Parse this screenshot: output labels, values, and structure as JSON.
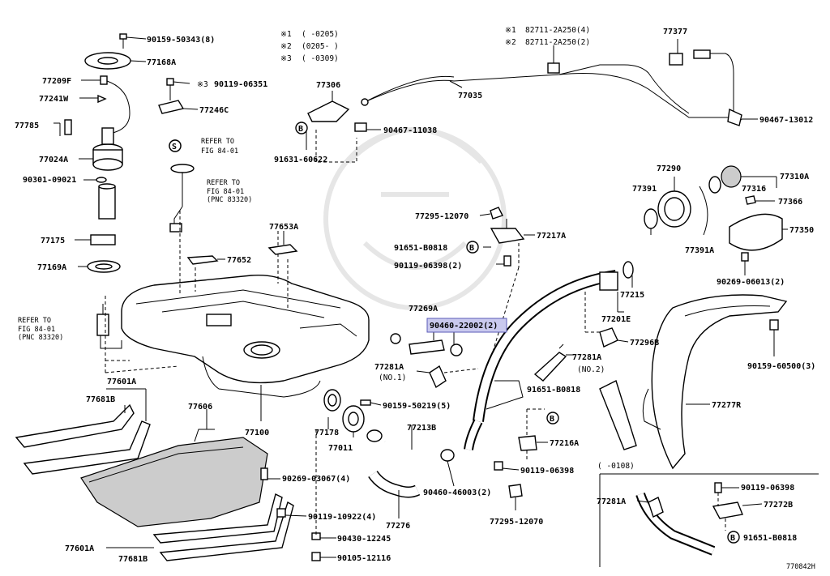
{
  "drawing_code": "770842H",
  "notes": [
    {
      "mark": "※1",
      "range": "(      -0205)"
    },
    {
      "mark": "※2",
      "range": "(0205-      )"
    },
    {
      "mark": "※3",
      "range": "(      -0309)"
    }
  ],
  "notes2": [
    {
      "mark": "※1",
      "text": "82711-2A250(4)"
    },
    {
      "mark": "※2",
      "text": "82711-2A250(2)"
    }
  ],
  "refer": {
    "r1": [
      "REFER TO",
      "FIG 84-01"
    ],
    "r2": [
      "REFER TO",
      "FIG 84-01",
      "(PNC 83320)"
    ],
    "r3": [
      "REFER TO",
      "FIG 84-01",
      "(PNC 83320)"
    ]
  },
  "labels": {
    "p90159_50343": "90159-50343(8)",
    "p77168A": "77168A",
    "p77209F": "77209F",
    "p90119_06351": "90119-06351",
    "p3mark": "※3",
    "p77241W": "77241W",
    "p77246C": "77246C",
    "p77785": "77785",
    "p77024A": "77024A",
    "p90301_09021": "90301-09021",
    "p77175": "77175",
    "p77169A": "77169A",
    "p77601A_1": "77601A",
    "p77681B_1": "77681B",
    "p77606": "77606",
    "p77100": "77100",
    "p77652": "77652",
    "p77653A": "77653A",
    "p77306": "77306",
    "p90467_11038": "90467-11038",
    "p91631_60622": "91631-60622",
    "p77035": "77035",
    "p77377": "77377",
    "p90467_13012": "90467-13012",
    "p77295_12070_1": "77295-12070",
    "p91651_B0818_1": "91651-B0818",
    "p77217A": "77217A",
    "p90119_06398_1": "90119-06398(2)",
    "p77269A": "77269A",
    "p90460_22002": "90460-22002(2)",
    "p77281A_1": "77281A",
    "pno1": "(NO.1)",
    "p90159_50219": "90159-50219(5)",
    "p77178": "77178",
    "p77011": "77011",
    "p77213B": "77213B",
    "p90269_03067": "90269-03067(4)",
    "p90119_10922": "90119-10922(4)",
    "p90430_12245": "90430-12245",
    "p90105_12116": "90105-12116",
    "p77601A_2": "77601A",
    "p77681B_2": "77681B",
    "p77276": "77276",
    "p90460_46003": "90460-46003(2)",
    "p77295_12070_2": "77295-12070",
    "p90119_06398_2": "90119-06398",
    "p77216A": "77216A",
    "p91651_B0818_2": "91651-B0818",
    "p77281A_2": "77281A",
    "pno2": "(NO.2)",
    "p77296B": "77296B",
    "p77201E": "77201E",
    "p77215": "77215",
    "p77391": "77391",
    "p77290": "77290",
    "p77316": "77316",
    "p77310A": "77310A",
    "p77366": "77366",
    "p77391A": "77391A",
    "p77350": "77350",
    "p90269_06013": "90269-06013(2)",
    "p90159_60500": "90159-60500(3)",
    "p77277R": "77277R",
    "pinset_range": "(      -0108)",
    "p77281A_3": "77281A",
    "p90119_06398_3": "90119-06398",
    "p77272B": "77272B",
    "p91651_B0818_3": "91651-B0818"
  },
  "markers": {
    "b": "B",
    "s": "S"
  }
}
